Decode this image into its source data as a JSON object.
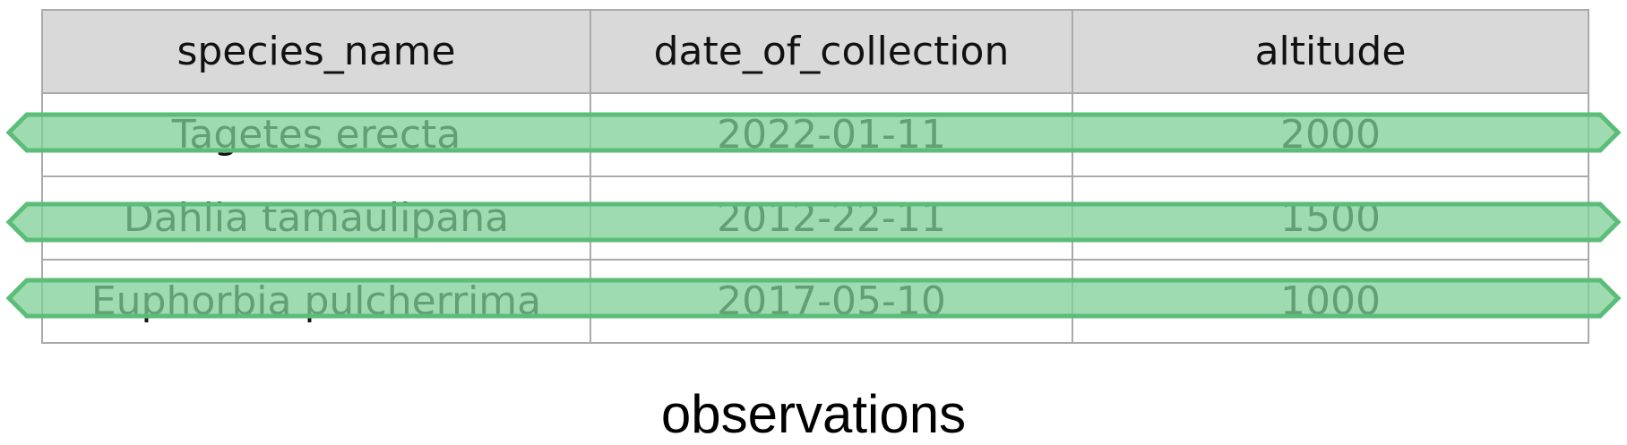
{
  "table": {
    "headers": [
      "species_name",
      "date_of_collection",
      "altitude"
    ],
    "rows": [
      [
        "Tagetes erecta",
        "2022-01-11",
        "2000"
      ],
      [
        "Dahlia tamaulipana",
        "2012-22-11",
        "1500"
      ],
      [
        "Euphorbia pulcherrima",
        "2017-05-10",
        "1000"
      ]
    ]
  },
  "caption": "observations",
  "colors": {
    "header_bg": "#d9d9d9",
    "grid": "#aaaaaa",
    "highlight_fill": "#7fcf95",
    "highlight_stroke": "#5bbd78"
  }
}
